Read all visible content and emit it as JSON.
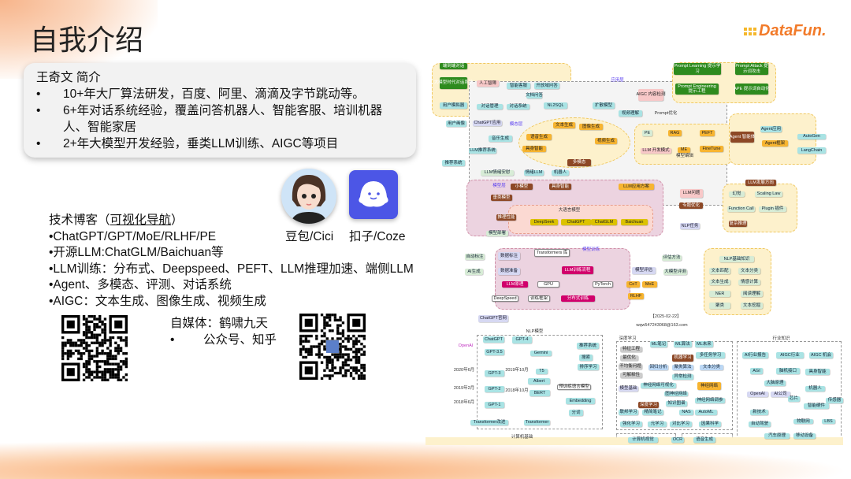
{
  "title": "自我介绍",
  "logo": {
    "text": "DataFun.",
    "colors": [
      "#f5b72a",
      "#f27b2a"
    ]
  },
  "profile": {
    "heading": "王奇文 简介",
    "bullets": [
      "10+年大厂算法研发，百度、阿里、滴滴及字节跳动等。",
      "6+年对话系统经验，覆盖问答机器人、智能客服、培训机器人、智能家居",
      "2+年大模型开发经验，垂类LLM训练、AIGC等项目"
    ]
  },
  "blog": {
    "heading_prefix": "技术博客（",
    "heading_link": "可视化导航",
    "heading_suffix": "）",
    "lines": [
      "•ChatGPT/GPT/MoE/RLHF/PE",
      "•开源LLM:ChatGLM/Baichuan等",
      "•LLM训练：分布式、Deepspeed、PEFT、LLM推理加速、端侧LLM",
      "•Agent、多模态、评测、对话系统",
      "•AIGC：文本生成、图像生成、视频生成"
    ]
  },
  "bots": [
    {
      "label": "豆包/Cici",
      "icon": "girl-avatar-icon"
    },
    {
      "label": "扣子/Coze",
      "icon": "ghost-icon",
      "color": "#4c56e6"
    }
  ],
  "media": {
    "heading": "自媒体：鹤啸九天",
    "bullet": "公众号、知乎"
  },
  "mindmap": {
    "nodes": [
      [
        "端到端对话",
        "g"
      ],
      [
        "大模型时代对话系统",
        "g"
      ],
      [
        "人工智障",
        "pk"
      ],
      [
        "智能客服",
        "t"
      ],
      [
        "开放域问答",
        "t"
      ],
      [
        "文档问答",
        "t"
      ],
      [
        "用户模拟器",
        "t"
      ],
      [
        "对话管理",
        "t"
      ],
      [
        "对话系统",
        "t"
      ],
      [
        "NL2SQL",
        "t"
      ],
      [
        "用户画像",
        "t"
      ],
      [
        "ChatGPT应用",
        "l"
      ],
      [
        "扩散模型",
        "t"
      ],
      [
        "视频理解",
        "t"
      ],
      [
        "模态层",
        "lbl"
      ],
      [
        "应用层",
        "lbl"
      ],
      [
        "音乐生成",
        "t"
      ],
      [
        "语音生成",
        "o"
      ],
      [
        "文本生成",
        "o"
      ],
      [
        "图像生成",
        "o"
      ],
      [
        "具身智能",
        "o"
      ],
      [
        "视频生成",
        "o"
      ],
      [
        "多模态",
        "br"
      ],
      [
        "LLM推荐系统",
        "t"
      ],
      [
        "推荐系统",
        "t"
      ],
      [
        "LLM情绪安慰",
        "lg"
      ],
      [
        "情绪LLM",
        "t"
      ],
      [
        "机器人",
        "t"
      ],
      [
        "模型层",
        "lbl"
      ],
      [
        "小模型",
        "br"
      ],
      [
        "具身智能",
        "br"
      ],
      [
        "LLM应用方案",
        "o"
      ],
      [
        "垂类模型",
        "br"
      ],
      [
        "推理性能",
        "br"
      ],
      [
        "大语言模型",
        "txt"
      ],
      [
        "DeepSeek",
        "y"
      ],
      [
        "ChatGPT",
        "y"
      ],
      [
        "ChatGLM",
        "y"
      ],
      [
        "Baichuan",
        "y"
      ],
      [
        "模型部署",
        "lg"
      ],
      [
        "Transformers 库",
        "w"
      ],
      [
        "模型训练",
        "lbl"
      ],
      [
        "数据标注",
        "l"
      ],
      [
        "自动标注",
        "lg"
      ],
      [
        "数据准备",
        "l"
      ],
      [
        "AI生成",
        "lg"
      ],
      [
        "LLM训练流程",
        "m"
      ],
      [
        "模型评估",
        "l"
      ],
      [
        "LLM原理",
        "m"
      ],
      [
        "GPU",
        "w"
      ],
      [
        "PyTorch",
        "w"
      ],
      [
        "CoT",
        "o"
      ],
      [
        "MoE",
        "o"
      ],
      [
        "RLHF",
        "o"
      ],
      [
        "分布式训练",
        "m"
      ],
      [
        "训练框架",
        "w"
      ],
      [
        "DeepSpeed",
        "w"
      ],
      [
        "评估方法",
        "lg"
      ],
      [
        "大模型评测",
        "lg"
      ],
      [
        "Prompt Learning 提示学习",
        "g"
      ],
      [
        "Prompt Attack 提示词攻击",
        "g"
      ],
      [
        "Prompt Engineering 提示工程",
        "g"
      ],
      [
        "APE 提示词自动化",
        "g"
      ],
      [
        "AIGC 内容检测",
        "pk"
      ],
      [
        "Prompt优化",
        "txt"
      ],
      [
        "PE",
        "lg"
      ],
      [
        "RAG",
        "o"
      ],
      [
        "PEFT",
        "o"
      ],
      [
        "FineTune",
        "o"
      ],
      [
        "ME",
        "o"
      ],
      [
        "模型编辑",
        "txt"
      ],
      [
        "LLM 开发模式",
        "pk"
      ],
      [
        "Agent 智能体",
        "br"
      ],
      [
        "Agent应用",
        "t"
      ],
      [
        "Agent框架",
        "o"
      ],
      [
        "AutoGen",
        "t"
      ],
      [
        "LangChain",
        "t"
      ],
      [
        "LLM发展方向",
        "br"
      ],
      [
        "幻觉",
        "lg"
      ],
      [
        "Scaling Law",
        "lg"
      ],
      [
        "Function Call",
        "lg"
      ],
      [
        "Plugin 插件",
        "lg"
      ],
      [
        "复杂推理",
        "br"
      ],
      [
        "LLM问题",
        "pk"
      ],
      [
        "专题优化",
        "br"
      ],
      [
        "NLP任务",
        "l"
      ],
      [
        "NLP基础知识",
        "lg"
      ],
      [
        "文本匹配",
        "lg"
      ],
      [
        "文本分类",
        "lg"
      ],
      [
        "文本生成",
        "lg"
      ],
      [
        "情感计算",
        "lg"
      ],
      [
        "NER",
        "lg"
      ],
      [
        "阅读理解",
        "lg"
      ],
      [
        "聚类",
        "lg"
      ],
      [
        "文本挖掘",
        "lg"
      ],
      [
        "【2025-02-22】",
        "txt"
      ],
      [
        "wqw547243068@163.com",
        "txt"
      ],
      [
        "ChatGPT官网",
        "l"
      ],
      [
        "NLP模型",
        "txt"
      ],
      [
        "ChatGPT",
        "t"
      ],
      [
        "GPT-4",
        "t"
      ],
      [
        "GPT-3.5",
        "t"
      ],
      [
        "Gemini",
        "t"
      ],
      [
        "GPT-3",
        "t"
      ],
      [
        "T5",
        "t"
      ],
      [
        "Albert",
        "t"
      ],
      [
        "GPT-2",
        "t"
      ],
      [
        "BERT",
        "t"
      ],
      [
        "GPT-1",
        "t"
      ],
      [
        "Transformer改进",
        "t"
      ],
      [
        "Transformer",
        "t"
      ],
      [
        "推荐系统",
        "t"
      ],
      [
        "搜索",
        "t"
      ],
      [
        "排序学习",
        "t"
      ],
      [
        "预训练语言模型",
        "w"
      ],
      [
        "Embedding",
        "t"
      ],
      [
        "分词",
        "t"
      ],
      [
        "OpenAI",
        "oa"
      ],
      [
        "2020年6月",
        "txt"
      ],
      [
        "2019年2月",
        "txt"
      ],
      [
        "2018年6月",
        "txt"
      ],
      [
        "2019年10月",
        "txt"
      ],
      [
        "2018年10月",
        "txt"
      ],
      [
        "计算机基础",
        "txt"
      ],
      [
        "深度学习",
        "txt"
      ],
      [
        "ML笔记",
        "t"
      ],
      [
        "ML算法",
        "t"
      ],
      [
        "ML未来",
        "t"
      ],
      [
        "特征工程",
        "gr"
      ],
      [
        "最优化",
        "gr"
      ],
      [
        "不均衡问题",
        "gr"
      ],
      [
        "可解释性",
        "gr"
      ],
      [
        "机器学习",
        "br"
      ],
      [
        "多任务学习",
        "t"
      ],
      [
        "回归分析",
        "b"
      ],
      [
        "聚类算法",
        "b"
      ],
      [
        "文本分类",
        "b"
      ],
      [
        "异常检测",
        "t"
      ],
      [
        "神经网络可视化",
        "t"
      ],
      [
        "神经网络",
        "o"
      ],
      [
        "模型基础",
        "l"
      ],
      [
        "图神经网络",
        "t"
      ],
      [
        "神经网络调参",
        "t"
      ],
      [
        "知识图谱",
        "t"
      ],
      [
        "深度学习",
        "br"
      ],
      [
        "联邦学习",
        "t"
      ],
      [
        "精简笔记",
        "t"
      ],
      [
        "NAS",
        "t"
      ],
      [
        "AutoML",
        "t"
      ],
      [
        "强化学习",
        "t"
      ],
      [
        "元学习",
        "t"
      ],
      [
        "对比学习",
        "t"
      ],
      [
        "因果科学",
        "t"
      ],
      [
        "计算机视觉",
        "t"
      ],
      [
        "OCR",
        "t"
      ],
      [
        "语音生成",
        "t"
      ],
      [
        "行业知识",
        "txt"
      ],
      [
        "AI行业报告",
        "t"
      ],
      [
        "AIGC行业",
        "t"
      ],
      [
        "AIGC 机会",
        "t"
      ],
      [
        "AGI",
        "t"
      ],
      [
        "脑机接口",
        "t"
      ],
      [
        "具身智能",
        "t"
      ],
      [
        "大脑原理",
        "t"
      ],
      [
        "OpenAI",
        "l"
      ],
      [
        "AI公司",
        "l"
      ],
      [
        "芯片",
        "t"
      ],
      [
        "机器人",
        "t"
      ],
      [
        "传感器",
        "t"
      ],
      [
        "智能硬件",
        "t"
      ],
      [
        "新技术",
        "t"
      ],
      [
        "物联网",
        "t"
      ],
      [
        "LBS",
        "t"
      ],
      [
        "自动驾驶",
        "t"
      ],
      [
        "汽车原理",
        "t"
      ],
      [
        "移动设备",
        "t"
      ]
    ]
  }
}
